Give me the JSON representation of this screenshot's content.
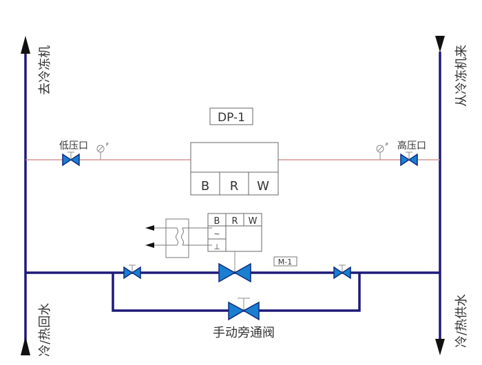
{
  "labels": {
    "to_chiller": "去冷冻机",
    "from_chiller": "从冷冻机来",
    "return_water": "冷/热回水",
    "supply_water": "冷/热供水",
    "low_pressure_port": "低压口",
    "high_pressure_port": "高压口",
    "gauge_mark": "P",
    "dp_sensor": "DP-1",
    "motor": "M-1",
    "bypass_valve": "手动旁通阀"
  },
  "dp_box_terminals": [
    "B",
    "R",
    "W"
  ],
  "actuator_terminals": [
    "B",
    "R",
    "W"
  ],
  "actuator_symbols": {
    "ac": "~",
    "ground": "⊥"
  },
  "colors": {
    "water_pipe": "#1e1a78",
    "pressure_line": "#d08080",
    "valve_fill": "#1a7fd0",
    "valve_stroke": "#0d2a80",
    "wire": "#888888",
    "arrow": "#111111"
  }
}
